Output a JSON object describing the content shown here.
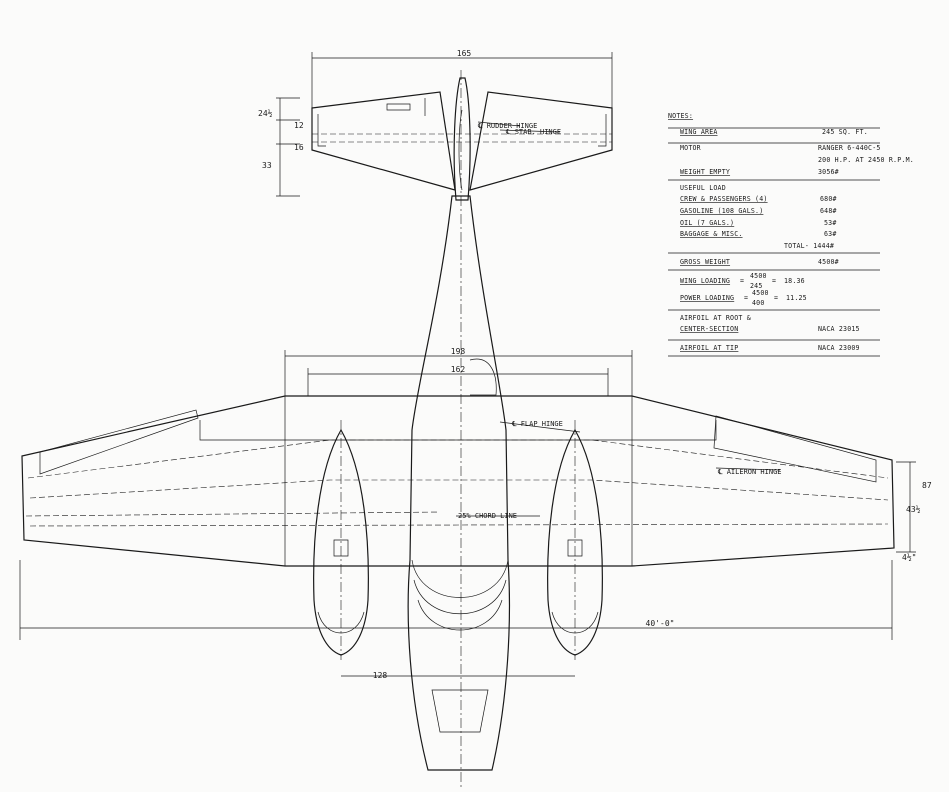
{
  "dimensions": {
    "tail_span": "165",
    "wing_center_outer": "198",
    "wing_center_inner": "162",
    "nacelle_spacing": "128",
    "span_overall": "40'-0\"",
    "tip_chord": "87",
    "tip_half": "43½",
    "tip_offset": "4½\"",
    "tail_24": "24½",
    "tail_12": "12",
    "tail_16": "16",
    "tail_33": "33"
  },
  "callouts": {
    "rudder_hinge": "℄ RUDDER HINGE",
    "stab_hinge": "℄ STAB. HINGE",
    "flap_hinge": "℄ FLAP HINGE",
    "aileron_hinge": "℄ AILERON HINGE",
    "chord_line": "25% CHORD LINE"
  },
  "notes": {
    "heading": "NOTES:",
    "rows": [
      {
        "label": "WING  AREA",
        "value": "245 SQ. FT."
      },
      {
        "label": "MOTOR",
        "value": "RANGER 6-440C-5"
      },
      {
        "label": "",
        "value": "200 H.P. AT 2450 R.P.M."
      },
      {
        "label": "WEIGHT EMPTY",
        "value": "3056#"
      },
      {
        "label": "USEFUL LOAD",
        "value": ""
      },
      {
        "label": "CREW & PASSENGERS      (4)",
        "value": "680#"
      },
      {
        "label": "GASOLINE  (108 GALS.)",
        "value": "648#"
      },
      {
        "label": "OIL         (7 GALS.)",
        "value": "53#"
      },
      {
        "label": "BAGGAGE & MISC.",
        "value": "63#"
      },
      {
        "label": "",
        "value": "TOTAL- 1444#"
      },
      {
        "label": "GROSS WEIGHT",
        "value": "4500#"
      },
      {
        "label": "WING LOADING",
        "value": "18.36"
      },
      {
        "label": "POWER LOADING",
        "value": "11.25"
      },
      {
        "label": "AIRFOIL  AT  ROOT  &",
        "value": ""
      },
      {
        "label": "CENTER-SECTION",
        "value": "NACA 23015"
      },
      {
        "label": "AIRFOIL AT TIP",
        "value": "NACA 23009"
      }
    ],
    "wing_fraction": {
      "num": "4500",
      "den": "245"
    },
    "power_fraction": {
      "num": "4500",
      "den": "400"
    }
  }
}
